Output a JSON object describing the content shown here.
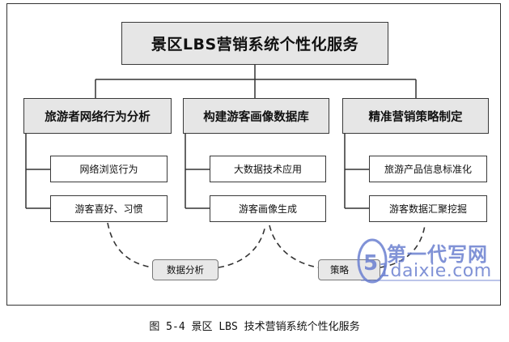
{
  "diagram": {
    "title": "景区LBS营销系统个性化服务",
    "categories": [
      {
        "label": "旅游者网络行为分析",
        "leaves": [
          "网络浏览行为",
          "游客喜好、习惯"
        ]
      },
      {
        "label": "构建游客画像数据库",
        "leaves": [
          "大数据技术应用",
          "游客画像生成"
        ]
      },
      {
        "label": "精准营销策略制定",
        "leaves": [
          "旅游产品信息标准化",
          "游客数据汇聚挖掘"
        ]
      }
    ],
    "flow_labels": [
      "数据分析",
      "策略"
    ]
  },
  "caption": "图 5-4 景区 LBS 技术营销系统个性化服务",
  "watermark": {
    "line1": "第一代写网",
    "line2": "1daixie.com",
    "logo_glyph": "51"
  }
}
